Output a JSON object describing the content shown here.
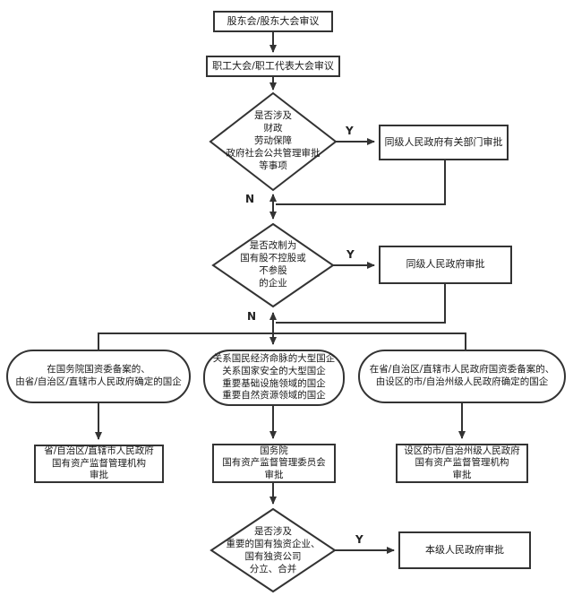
{
  "colors": {
    "line": "#333333",
    "text": "#1a1a1a",
    "background": "#ffffff"
  },
  "decision_labels": {
    "yes": "Y",
    "no": "N"
  },
  "nodes": {
    "shareholders": {
      "lines": [
        "股东会/股东大会审议"
      ]
    },
    "staff_congress": {
      "lines": [
        "职工大会/职工代表大会审议"
      ]
    },
    "d1": {
      "lines": [
        "是否涉及",
        "财政",
        "劳动保障",
        "政府社会公共管理审批",
        "等事项"
      ]
    },
    "gov_dept_approval": {
      "lines": [
        "同级人民政府有关部门审批"
      ]
    },
    "d2": {
      "lines": [
        "是否改制为",
        "国有股不控股或",
        "不参股",
        "的企业"
      ]
    },
    "same_level_gov_approval": {
      "lines": [
        "同级人民政府审批"
      ]
    },
    "province_soe": {
      "lines": [
        "在国务院国资委备案的、",
        "由省/自治区/直辖市人民政府确定的国企"
      ]
    },
    "key_soe": {
      "lines": [
        "关系国民经济命脉的大型国企",
        "关系国家安全的大型国企",
        "重要基础设施领域的国企",
        "重要自然资源领域的国企"
      ]
    },
    "city_soe": {
      "lines": [
        "在省/自治区/直辖市人民政府国资委备案的、",
        "由设区的市/自治州级人民政府确定的国企"
      ]
    },
    "province_sasac": {
      "lines": [
        "省/自治区/直辖市人民政府",
        "国有资产监督管理机构",
        "审批"
      ]
    },
    "state_sasac": {
      "lines": [
        "国务院",
        "国有资产监督管理委员会",
        "审批"
      ]
    },
    "city_sasac": {
      "lines": [
        "设区的市/自治州级人民政府",
        "国有资产监督管理机构",
        "审批"
      ]
    },
    "d3": {
      "lines": [
        "是否涉及",
        "重要的国有独资企业、",
        "国有独资公司",
        "分立、合并"
      ]
    },
    "local_gov_approval": {
      "lines": [
        "本级人民政府审批"
      ]
    }
  }
}
